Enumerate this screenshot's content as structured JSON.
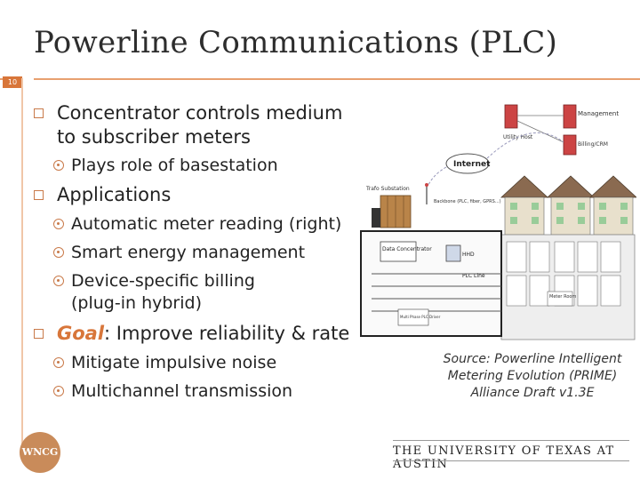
{
  "slide": {
    "title": "Powerline Communications (PLC)",
    "number": "10"
  },
  "bullets": {
    "concentrator": "Concentrator controls medium to subscriber meters",
    "basestation": "Plays role of basestation",
    "applications": "Applications",
    "app_items": [
      "Automatic meter reading (right)",
      "Smart energy management",
      "Device-specific billing (plug-in hybrid)"
    ],
    "goal_word": "Goal",
    "goal_rest": ": Improve reliability & rate",
    "goal_items": [
      "Mitigate impulsive noise",
      "Multichannel transmission"
    ]
  },
  "diagram": {
    "management": "Management",
    "utility_host": "Utility Host",
    "billing": "Billing/CRM",
    "internet": "Internet",
    "trafo": "Trafo Substation",
    "backbone": "Backbone (PLC, fiber, GPRS...)",
    "data_concentrator": "Data Concentrator",
    "hhd": "HHD",
    "plc_line": "PLC Line",
    "meter_room": "Meter Room",
    "multiphase": "Multi Phase PLC Driver"
  },
  "source": "Source: Powerline Intelligent Metering Evolution (PRIME) Alliance Draft v1.3E",
  "footer": {
    "logo": "WNCG",
    "university": "THE UNIVERSITY OF TEXAS AT AUSTIN"
  },
  "colors": {
    "accent": "#d8763a",
    "rule": "#e8a070"
  }
}
